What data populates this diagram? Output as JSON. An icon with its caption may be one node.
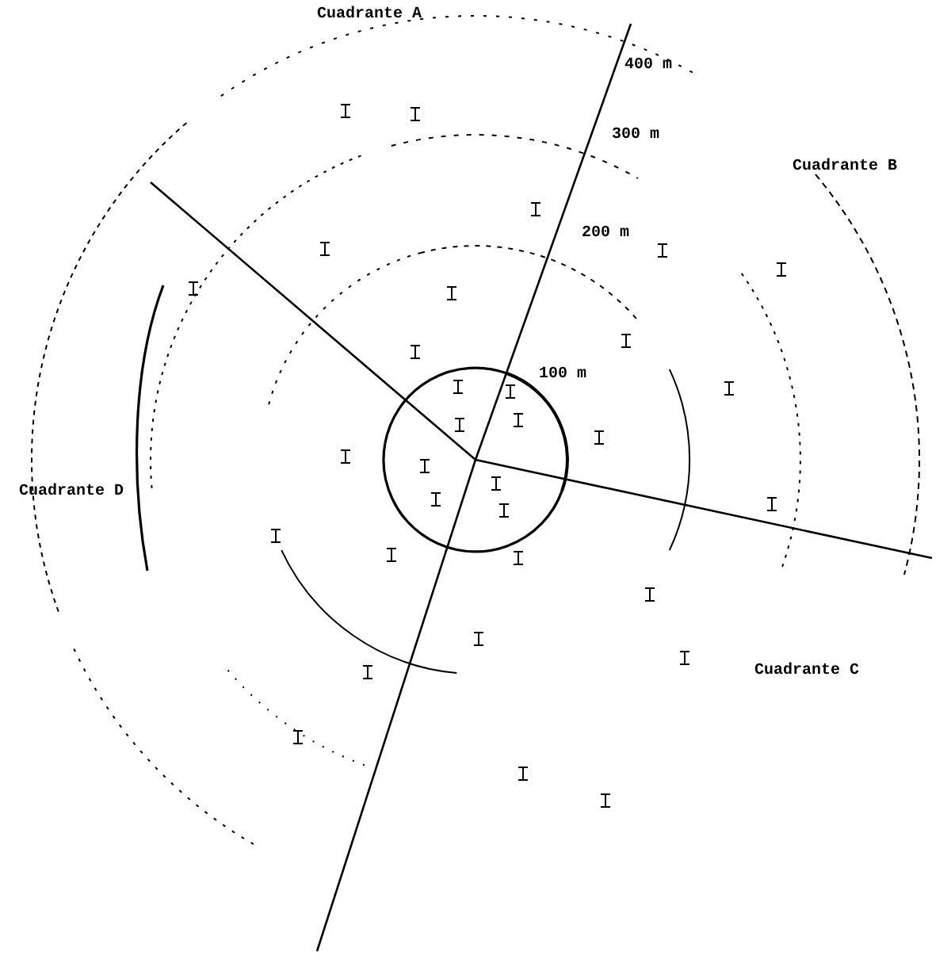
{
  "diagram": {
    "labels": [
      "Cuadrante A",
      "400 m",
      "300 m",
      "Cuadrante B",
      "200 m",
      "100 m",
      "Cuadrante D",
      "Cuadrante C"
    ]
  }
}
